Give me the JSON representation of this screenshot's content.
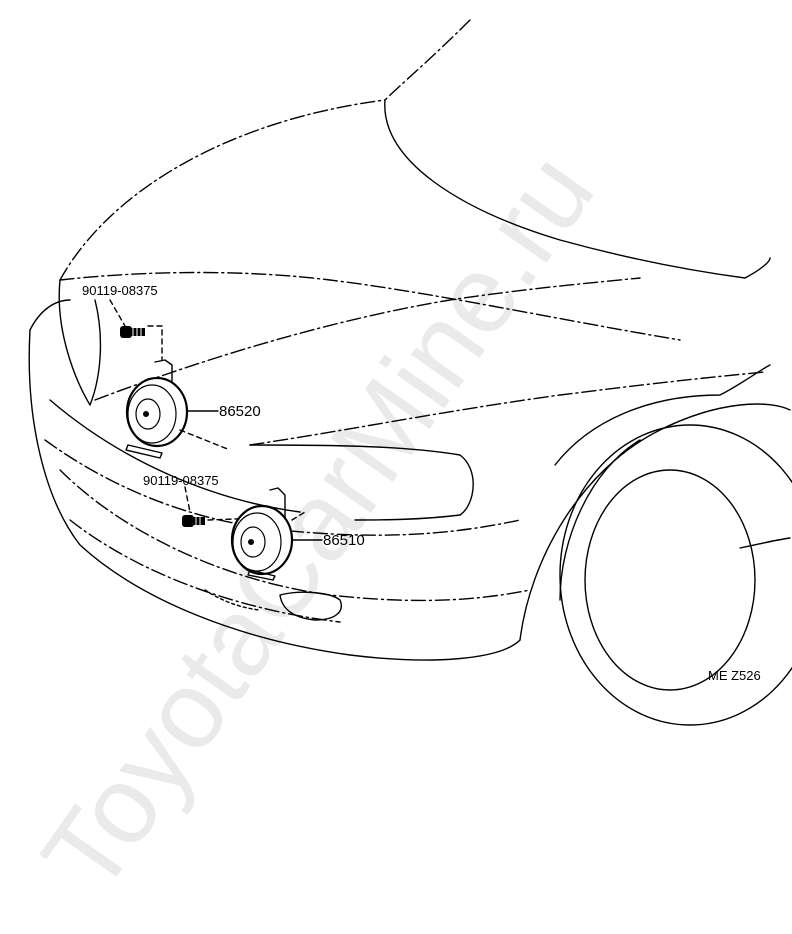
{
  "watermark": "ToyotaCarMine.ru",
  "labels": {
    "bolt_upper": "90119-08375",
    "bolt_lower": "90119-08375",
    "horn_upper": "86520",
    "horn_lower": "86510",
    "figure_code": "ME Z526"
  }
}
